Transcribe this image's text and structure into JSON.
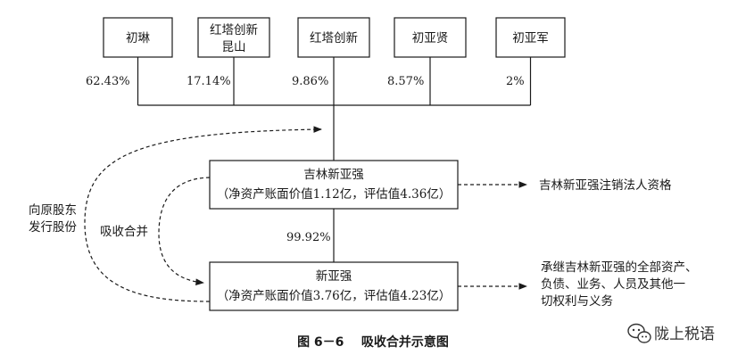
{
  "shareholders": [
    {
      "id": "chulin",
      "lines": [
        "初琳"
      ],
      "pct": "62.43%"
    },
    {
      "id": "hongta-kunshan",
      "lines": [
        "红塔创新",
        "昆山"
      ],
      "pct": "17.14%"
    },
    {
      "id": "hongta",
      "lines": [
        "红塔创新"
      ],
      "pct": "9.86%"
    },
    {
      "id": "chuyaxian",
      "lines": [
        "初亚贤"
      ],
      "pct": "8.57%"
    },
    {
      "id": "chuyajun",
      "lines": [
        "初亚军"
      ],
      "pct": "2%"
    }
  ],
  "target": {
    "name": "吉林新亚强",
    "detail": "（净资产账面价值1.12亿，评估值4.36亿）"
  },
  "acquirer": {
    "name": "新亚强",
    "detail": "（净资产账面价值3.76亿，评估值4.23亿）"
  },
  "holding_pct": "99.92%",
  "labels": {
    "issue_shares": [
      "向原股东",
      "发行股份"
    ],
    "absorb_merge": "吸收合并"
  },
  "outcomes": {
    "target_outcome": "吉林新亚强注销法人资格",
    "acquirer_outcome": [
      "承继吉林新亚强的全部资产、",
      "负债、业务、人员及其他一",
      "切权利与义务"
    ]
  },
  "caption": "图 6－6    吸收合并示意图",
  "watermark": "陇上税语"
}
